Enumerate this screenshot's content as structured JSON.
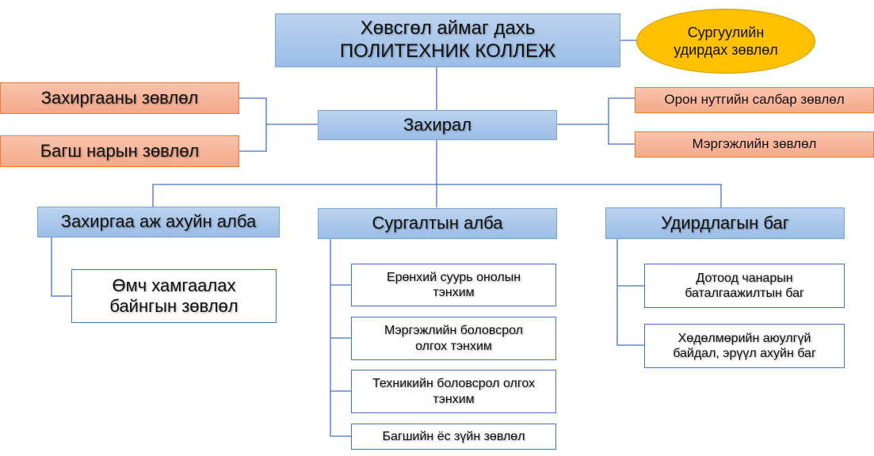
{
  "root": {
    "line1": "Хөвсгөл аймаг дахь",
    "line2": "ПОЛИТЕХНИК КОЛЛЕЖ"
  },
  "board": {
    "line1": "Сургуулийн",
    "line2": "удирдах зөвлөл"
  },
  "director": "Захирал",
  "left_councils": [
    "Захиргааны зөвлөл",
    "Багш нарын зөвлөл"
  ],
  "right_councils": [
    "Орон нутгийн салбар зөвлөл",
    "Мэргэжлийн зөвлөл"
  ],
  "departments": [
    {
      "title": "Захиргаа аж ахуйн алба",
      "children": [
        {
          "line1": "Өмч хамгаалах",
          "line2": "байнгын зөвлөл"
        }
      ]
    },
    {
      "title": "Сургалтын алба",
      "children": [
        {
          "line1": "Ерөнхий суурь онолын",
          "line2": "тэнхим"
        },
        {
          "line1": "Мэргэжлийн боловсрол",
          "line2": "олгох тэнхим"
        },
        {
          "line1": "Техникийн боловсрол олгох",
          "line2": "тэнхим"
        },
        {
          "line1": "Багшийн ёс зүйн зөвлөл",
          "line2": ""
        }
      ]
    },
    {
      "title": "Удирдлагын баг",
      "children": [
        {
          "line1": "Дотоод чанарын",
          "line2": "баталгаажилтын баг"
        },
        {
          "line1": "Хөдөлмөрийн аюулгүй",
          "line2": "байдал, эрүүл ахуйн баг"
        }
      ]
    }
  ]
}
